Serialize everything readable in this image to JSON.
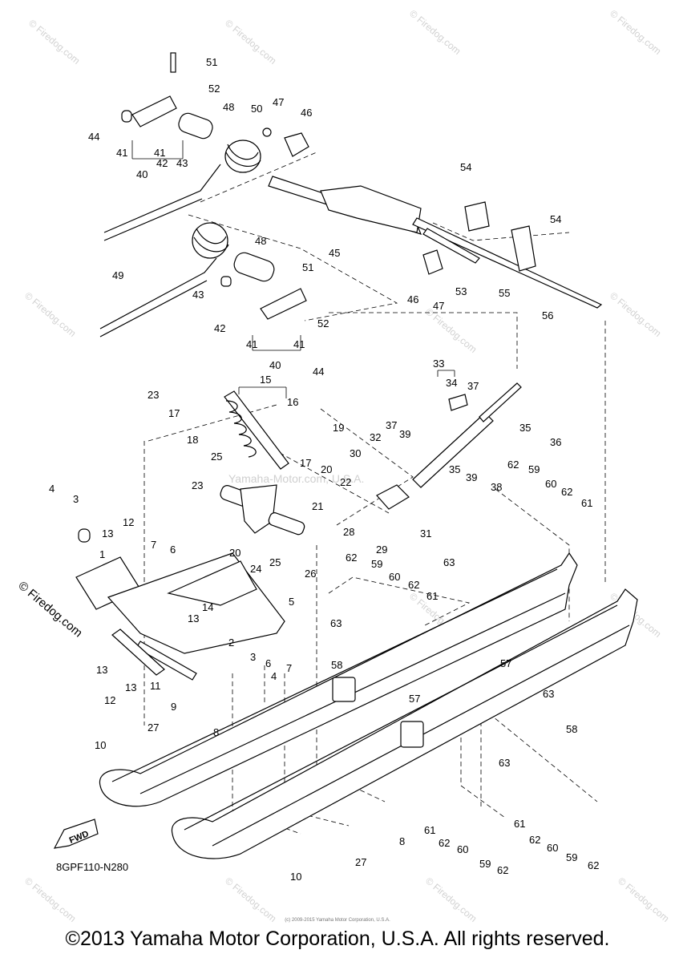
{
  "diagram": {
    "code": "8GPF110-N280",
    "fwd_label": "FWD",
    "watermark": "© Firedog.com",
    "watermark_left": "© Firedog.com",
    "watermark_center": "Yamaha-Motor.com, U.S.A.",
    "small_notice": "(c) 2009-2015 Yamaha Motor Corporation, U.S.A.",
    "callouts": [
      {
        "id": "c51a",
        "label": "51"
      },
      {
        "id": "c52a",
        "label": "52"
      },
      {
        "id": "c44a",
        "label": "44"
      },
      {
        "id": "c48a",
        "label": "48"
      },
      {
        "id": "c50",
        "label": "50"
      },
      {
        "id": "c47a",
        "label": "47"
      },
      {
        "id": "c46a",
        "label": "46"
      },
      {
        "id": "c41a",
        "label": "41"
      },
      {
        "id": "c41b",
        "label": "41"
      },
      {
        "id": "c40a",
        "label": "40"
      },
      {
        "id": "c42a",
        "label": "42"
      },
      {
        "id": "c43a",
        "label": "43"
      },
      {
        "id": "c54a",
        "label": "54"
      },
      {
        "id": "c54b",
        "label": "54"
      },
      {
        "id": "c45",
        "label": "45"
      },
      {
        "id": "c48b",
        "label": "48"
      },
      {
        "id": "c51b",
        "label": "51"
      },
      {
        "id": "c49",
        "label": "49"
      },
      {
        "id": "c46b",
        "label": "46"
      },
      {
        "id": "c47b",
        "label": "47"
      },
      {
        "id": "c53",
        "label": "53"
      },
      {
        "id": "c55",
        "label": "55"
      },
      {
        "id": "c56",
        "label": "56"
      },
      {
        "id": "c43b",
        "label": "43"
      },
      {
        "id": "c42b",
        "label": "42"
      },
      {
        "id": "c52b",
        "label": "52"
      },
      {
        "id": "c41c",
        "label": "41"
      },
      {
        "id": "c41d",
        "label": "41"
      },
      {
        "id": "c40b",
        "label": "40"
      },
      {
        "id": "c44b",
        "label": "44"
      },
      {
        "id": "c33",
        "label": "33"
      },
      {
        "id": "c34",
        "label": "34"
      },
      {
        "id": "c37a",
        "label": "37"
      },
      {
        "id": "c15",
        "label": "15"
      },
      {
        "id": "c16",
        "label": "16"
      },
      {
        "id": "c23a",
        "label": "23"
      },
      {
        "id": "c17a",
        "label": "17"
      },
      {
        "id": "c18",
        "label": "18"
      },
      {
        "id": "c35a",
        "label": "35"
      },
      {
        "id": "c36",
        "label": "36"
      },
      {
        "id": "c19",
        "label": "19"
      },
      {
        "id": "c37b",
        "label": "37"
      },
      {
        "id": "c32",
        "label": "32"
      },
      {
        "id": "c39a",
        "label": "39"
      },
      {
        "id": "c17b",
        "label": "17"
      },
      {
        "id": "c20a",
        "label": "20"
      },
      {
        "id": "c30",
        "label": "30"
      },
      {
        "id": "c35b",
        "label": "35"
      },
      {
        "id": "c39b",
        "label": "39"
      },
      {
        "id": "c62a",
        "label": "62"
      },
      {
        "id": "c59a",
        "label": "59"
      },
      {
        "id": "c25a",
        "label": "25"
      },
      {
        "id": "c22",
        "label": "22"
      },
      {
        "id": "c38",
        "label": "38"
      },
      {
        "id": "c60a",
        "label": "60"
      },
      {
        "id": "c62b",
        "label": "62"
      },
      {
        "id": "c61a",
        "label": "61"
      },
      {
        "id": "c23b",
        "label": "23"
      },
      {
        "id": "c21",
        "label": "21"
      },
      {
        "id": "c28",
        "label": "28"
      },
      {
        "id": "c31",
        "label": "31"
      },
      {
        "id": "c4a",
        "label": "4"
      },
      {
        "id": "c3a",
        "label": "3"
      },
      {
        "id": "c20b",
        "label": "20"
      },
      {
        "id": "c29",
        "label": "29"
      },
      {
        "id": "c12a",
        "label": "12"
      },
      {
        "id": "c13a",
        "label": "13"
      },
      {
        "id": "c7a",
        "label": "7"
      },
      {
        "id": "c6a",
        "label": "6"
      },
      {
        "id": "c24",
        "label": "24"
      },
      {
        "id": "c25b",
        "label": "25"
      },
      {
        "id": "c1",
        "label": "1"
      },
      {
        "id": "c26",
        "label": "26"
      },
      {
        "id": "c62c",
        "label": "62"
      },
      {
        "id": "c59b",
        "label": "59"
      },
      {
        "id": "c63a",
        "label": "63"
      },
      {
        "id": "c60b",
        "label": "60"
      },
      {
        "id": "c62d",
        "label": "62"
      },
      {
        "id": "c61b",
        "label": "61"
      },
      {
        "id": "c14",
        "label": "14"
      },
      {
        "id": "c13b",
        "label": "13"
      },
      {
        "id": "c5",
        "label": "5"
      },
      {
        "id": "c2",
        "label": "2"
      },
      {
        "id": "c63b",
        "label": "63"
      },
      {
        "id": "c3b",
        "label": "3"
      },
      {
        "id": "c4b",
        "label": "4"
      },
      {
        "id": "c6b",
        "label": "6"
      },
      {
        "id": "c7b",
        "label": "7"
      },
      {
        "id": "c13c",
        "label": "13"
      },
      {
        "id": "c58a",
        "label": "58"
      },
      {
        "id": "c12b",
        "label": "12"
      },
      {
        "id": "c13d",
        "label": "13"
      },
      {
        "id": "c11",
        "label": "11"
      },
      {
        "id": "c57a",
        "label": "57"
      },
      {
        "id": "c57b",
        "label": "57"
      },
      {
        "id": "c9",
        "label": "9"
      },
      {
        "id": "c63c",
        "label": "63"
      },
      {
        "id": "c27a",
        "label": "27"
      },
      {
        "id": "c8a",
        "label": "8"
      },
      {
        "id": "c58b",
        "label": "58"
      },
      {
        "id": "c10a",
        "label": "10"
      },
      {
        "id": "c63d",
        "label": "63"
      },
      {
        "id": "c61c",
        "label": "61"
      },
      {
        "id": "c61d",
        "label": "61"
      },
      {
        "id": "c8b",
        "label": "8"
      },
      {
        "id": "c62e",
        "label": "62"
      },
      {
        "id": "c60c",
        "label": "60"
      },
      {
        "id": "c62f",
        "label": "62"
      },
      {
        "id": "c60d",
        "label": "60"
      },
      {
        "id": "c59c",
        "label": "59"
      },
      {
        "id": "c59d",
        "label": "59"
      },
      {
        "id": "c27b",
        "label": "27"
      },
      {
        "id": "c62g",
        "label": "62"
      },
      {
        "id": "c62h",
        "label": "62"
      },
      {
        "id": "c10b",
        "label": "10"
      }
    ]
  },
  "footer": {
    "copyright": "©2013 Yamaha Motor Corporation, U.S.A. All rights reserved."
  }
}
